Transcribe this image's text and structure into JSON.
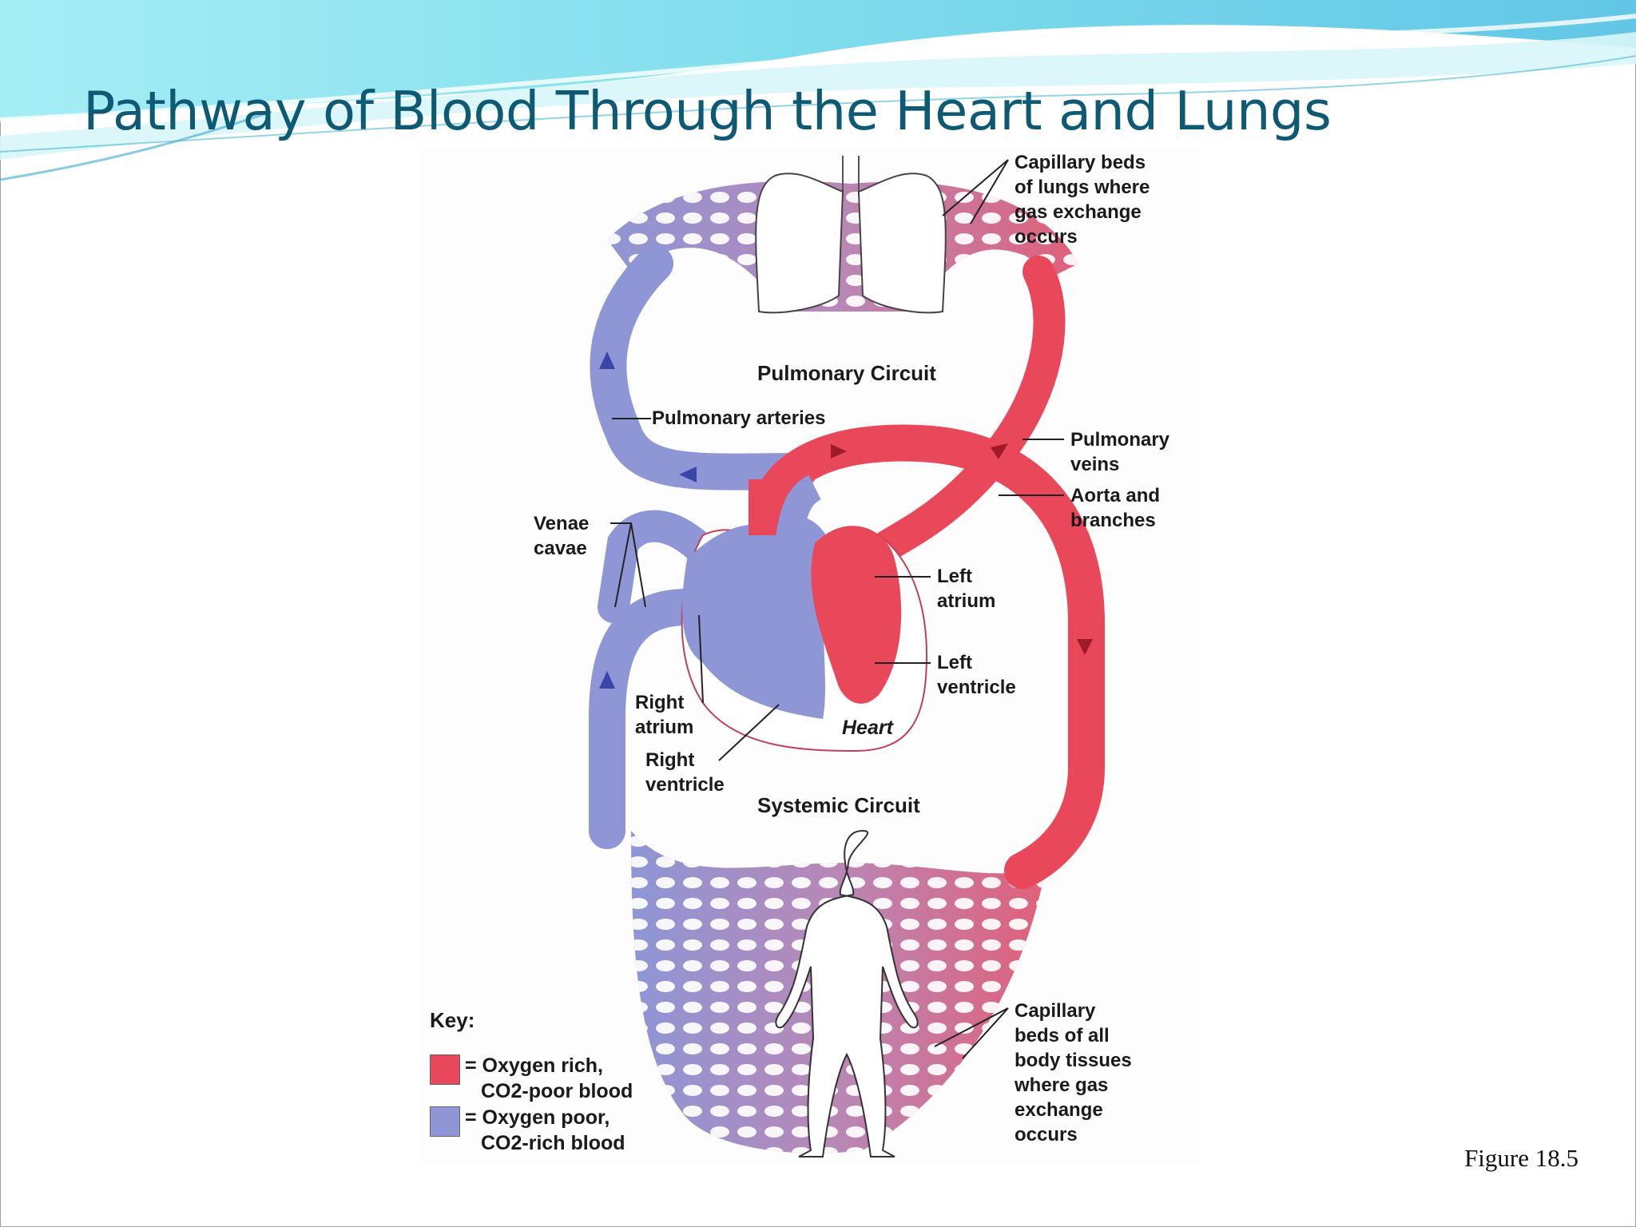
{
  "slide": {
    "title": "Pathway of Blood Through the Heart and Lungs",
    "figure_caption": "Figure 18.5"
  },
  "colors": {
    "title": "#0e5a74",
    "banner_light": "#8fe6f0",
    "banner_dark": "#5cc8e4",
    "oxygen_rich": "#e8485a",
    "oxygen_poor": "#8e96d6",
    "mixed": "#b987b5"
  },
  "diagram": {
    "circuit_labels": {
      "pulmonary": "Pulmonary Circuit",
      "systemic": "Systemic Circuit",
      "heart": "Heart"
    },
    "labels": {
      "capillary_lungs": "Capillary beds\nof lungs where\ngas exchange\noccurs",
      "pulmonary_arteries": "Pulmonary arteries",
      "pulmonary_veins": "Pulmonary\nveins",
      "aorta": "Aorta and\nbranches",
      "venae_cavae": "Venae\ncavae",
      "left_atrium": "Left\natrium",
      "left_ventricle": "Left\nventricle",
      "right_atrium": "Right\natrium",
      "right_ventricle": "Right\nventricle",
      "capillary_body": "Capillary\nbeds of all\nbody tissues\nwhere gas\nexchange\noccurs"
    },
    "key": {
      "title": "Key:",
      "oxygen_rich_line1": "= Oxygen rich,",
      "oxygen_rich_line2": "CO2-poor blood",
      "oxygen_poor_line1": "= Oxygen poor,",
      "oxygen_poor_line2": "CO2-rich blood"
    }
  }
}
